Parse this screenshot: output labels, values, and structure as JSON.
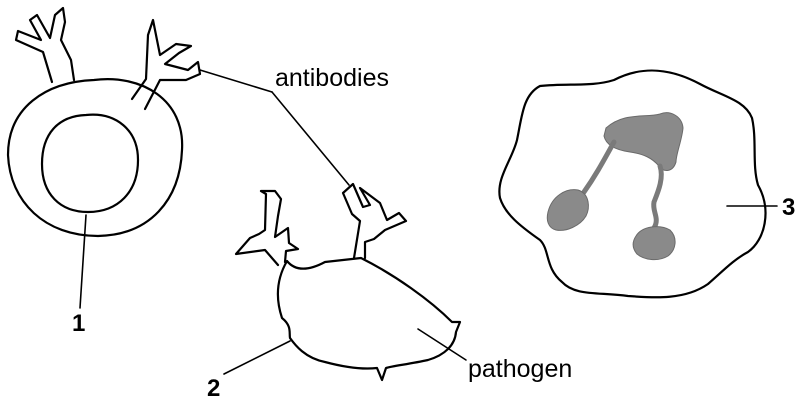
{
  "labels": {
    "antibodies": "antibodies",
    "pathogen": "pathogen",
    "n1": "1",
    "n2": "2",
    "n3": "3"
  },
  "colors": {
    "ink": "#000000",
    "nucleus_fill": "#8a8a8a"
  }
}
